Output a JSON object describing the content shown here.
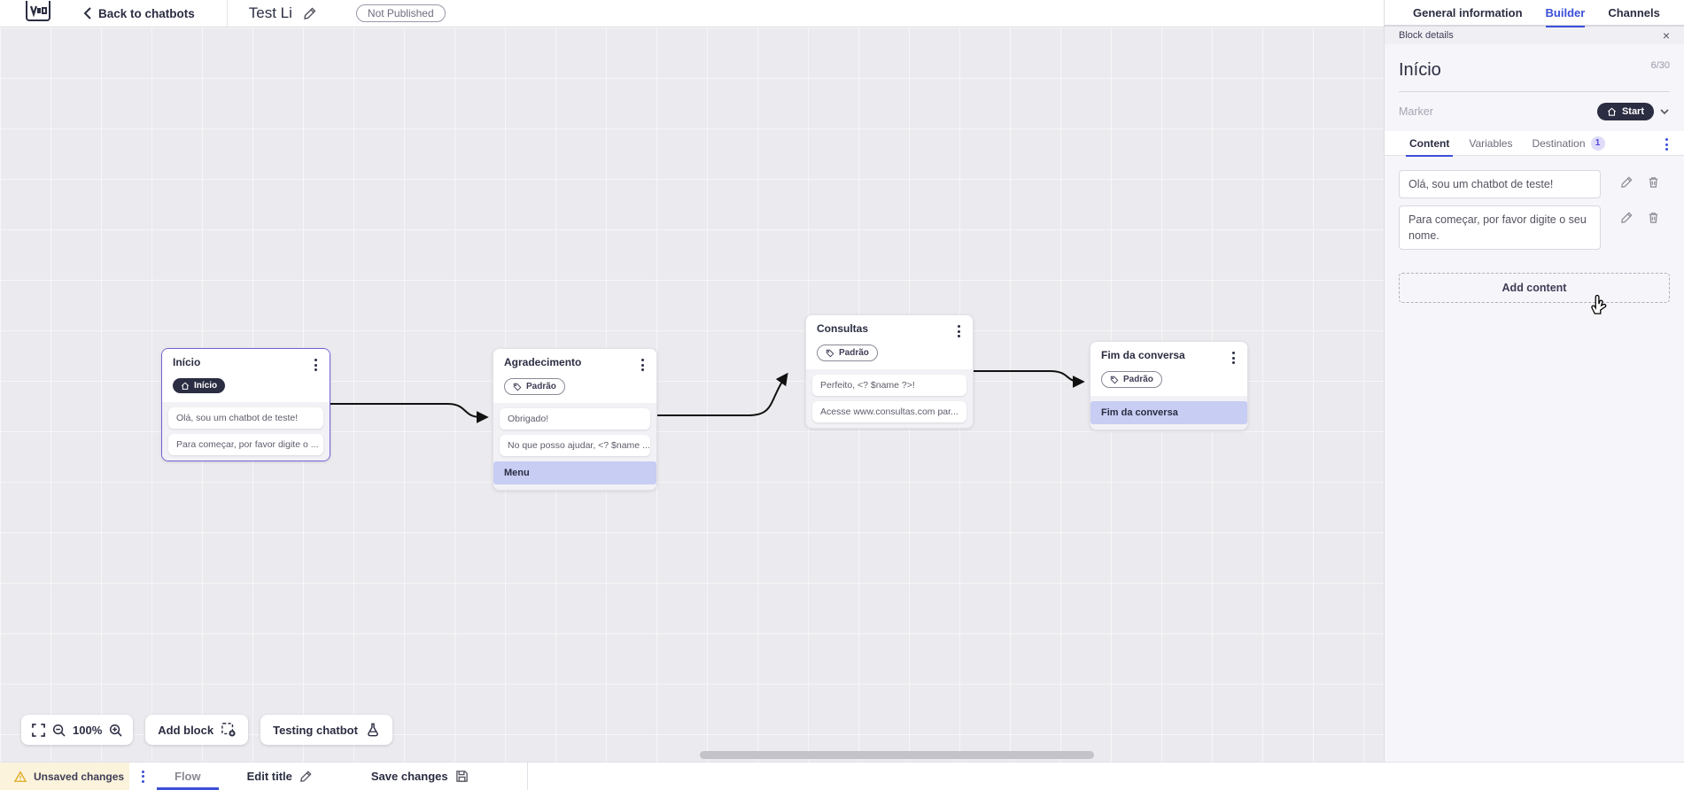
{
  "topbar": {
    "back_label": "Back to chatbots",
    "bot_title": "Test Li",
    "status_badge": "Not Published",
    "tabs": [
      {
        "label": "General information",
        "active": false
      },
      {
        "label": "Builder",
        "active": true
      },
      {
        "label": "Channels",
        "active": false
      }
    ]
  },
  "panel": {
    "header": "Block details",
    "close_icon": "×",
    "block_name": "Início",
    "char_counter": "6/30",
    "marker_label": "Marker",
    "marker_value": "Start",
    "tabs": [
      {
        "label": "Content",
        "active": true
      },
      {
        "label": "Variables",
        "active": false
      },
      {
        "label": "Destination",
        "active": false,
        "badge": "1"
      }
    ],
    "contents": [
      {
        "text": "Olá, sou um chatbot de teste!"
      },
      {
        "text": "Para começar, por favor digite o seu nome."
      }
    ],
    "add_content_label": "Add content"
  },
  "canvas": {
    "nodes": [
      {
        "title": "Início",
        "tag": "Início",
        "tag_style": "start",
        "selected": true,
        "items": [
          {
            "text": "Olá, sou um chatbot de teste!",
            "highlight": false
          },
          {
            "text": "Para começar, por favor digite o ...",
            "highlight": false
          }
        ]
      },
      {
        "title": "Agradecimento",
        "tag": "Padrão",
        "tag_style": "default",
        "selected": false,
        "items": [
          {
            "text": "Obrigado!",
            "highlight": false
          },
          {
            "text": "No que posso ajudar, <? $name ...",
            "highlight": false
          },
          {
            "text": "Menu",
            "highlight": true
          }
        ]
      },
      {
        "title": "Consultas",
        "tag": "Padrão",
        "tag_style": "default",
        "selected": false,
        "items": [
          {
            "text": "Perfeito, <? $name ?>!",
            "highlight": false
          },
          {
            "text": "Acesse www.consultas.com par...",
            "highlight": false
          }
        ]
      },
      {
        "title": "Fim da conversa",
        "tag": "Padrão",
        "tag_style": "default",
        "selected": false,
        "items": [
          {
            "text": "Fim da conversa",
            "highlight": true
          }
        ]
      }
    ],
    "controls": {
      "zoom_level": "100%",
      "add_block_label": "Add block",
      "testing_label": "Testing chatbot"
    }
  },
  "bottombar": {
    "unsaved_label": "Unsaved changes",
    "flow_tab": "Flow",
    "edit_title_label": "Edit title",
    "save_label": "Save changes"
  },
  "colors": {
    "accent_blue": "#3b4fd8",
    "dark_navy": "#2b2d42",
    "node_highlight": "#c7cdf3",
    "warning_yellow": "#dfa81d",
    "destination_badge_bg": "#dedcf8",
    "canvas_bg": "#ebeaee"
  }
}
